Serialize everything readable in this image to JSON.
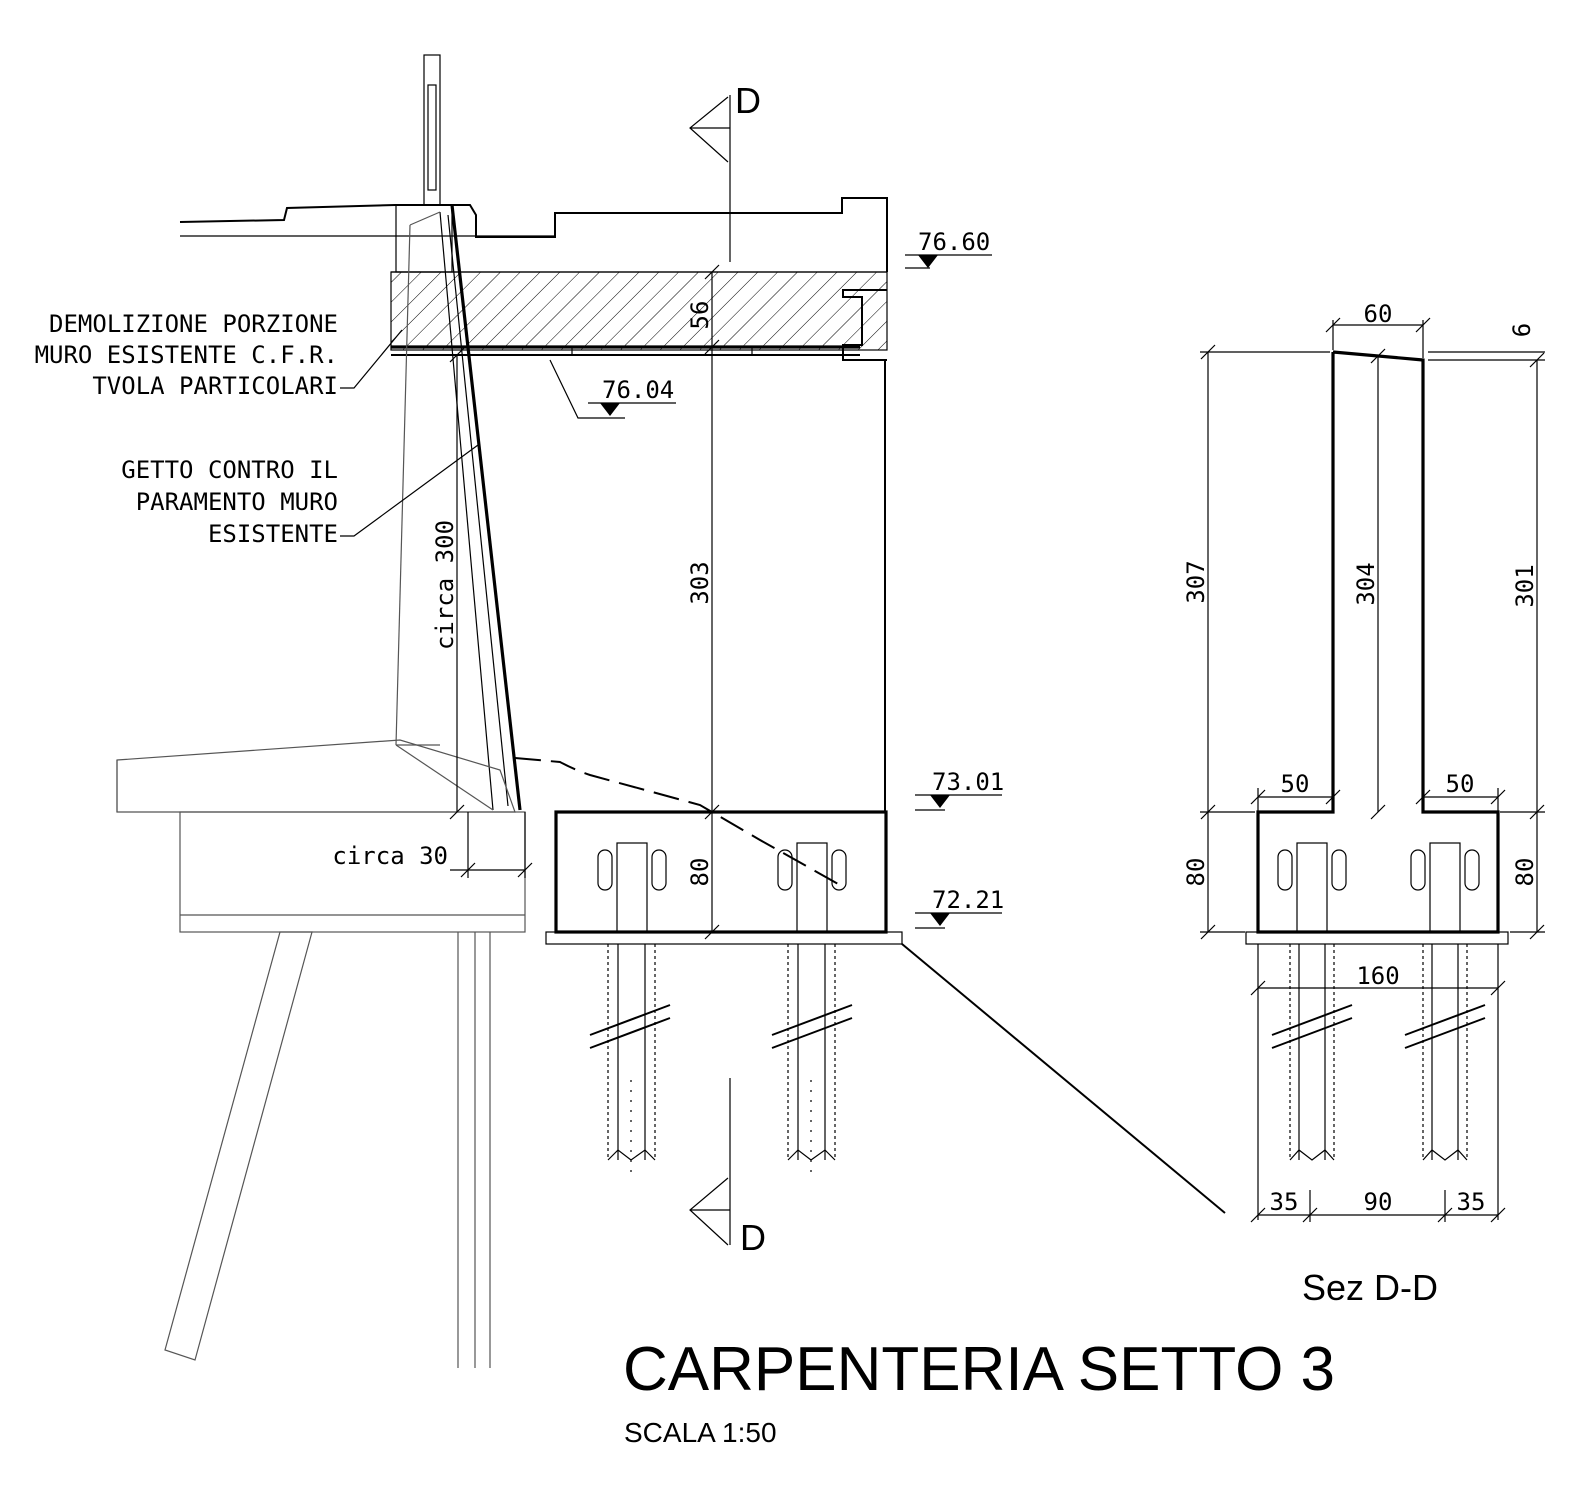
{
  "section_marks": {
    "top": "D",
    "bottom": "D"
  },
  "notes": {
    "demolizione": [
      "DEMOLIZIONE PORZIONE",
      "MURO ESISTENTE C.F.R.",
      "TVOLA PARTICOLARI"
    ],
    "getto": [
      "GETTO CONTRO IL",
      "PARAMENTO MURO",
      "ESISTENTE"
    ]
  },
  "elevations": {
    "e1": "76.60",
    "e2": "76.04",
    "e3": "73.01",
    "e4": "72.21"
  },
  "dims_main": {
    "slab": "56",
    "wall": "303",
    "base": "80",
    "circa_height": "circa 300",
    "circa_width": "circa 30"
  },
  "dims_section": {
    "top_width": "60",
    "top_slope": "6",
    "h_left": "307",
    "h_mid": "304",
    "h_right": "301",
    "ledge_left": "50",
    "ledge_right": "50",
    "base_left": "80",
    "base_right": "80",
    "base_width": "160",
    "bot_left": "35",
    "bot_mid": "90",
    "bot_right": "35"
  },
  "labels": {
    "section_title": "Sez D-D",
    "title": "CARPENTERIA SETTO 3",
    "scale": "SCALA 1:50"
  }
}
